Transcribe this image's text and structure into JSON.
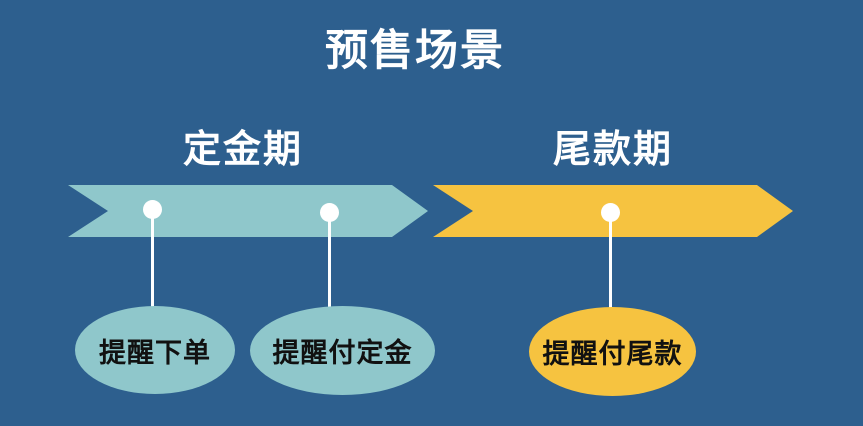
{
  "title": "预售场景",
  "palette": {
    "background": "#2d5f8e",
    "deposit_phase_fill": "#8fc7cb",
    "balance_phase_fill": "#f6c340",
    "heading_text": "#ffffff",
    "bubble_text": "#111111",
    "marker": "#ffffff"
  },
  "phases": [
    {
      "label": "定金期",
      "milestones": [
        {
          "label": "提醒下单"
        },
        {
          "label": "提醒付定金"
        }
      ]
    },
    {
      "label": "尾款期",
      "milestones": [
        {
          "label": "提醒付尾款"
        }
      ]
    }
  ]
}
